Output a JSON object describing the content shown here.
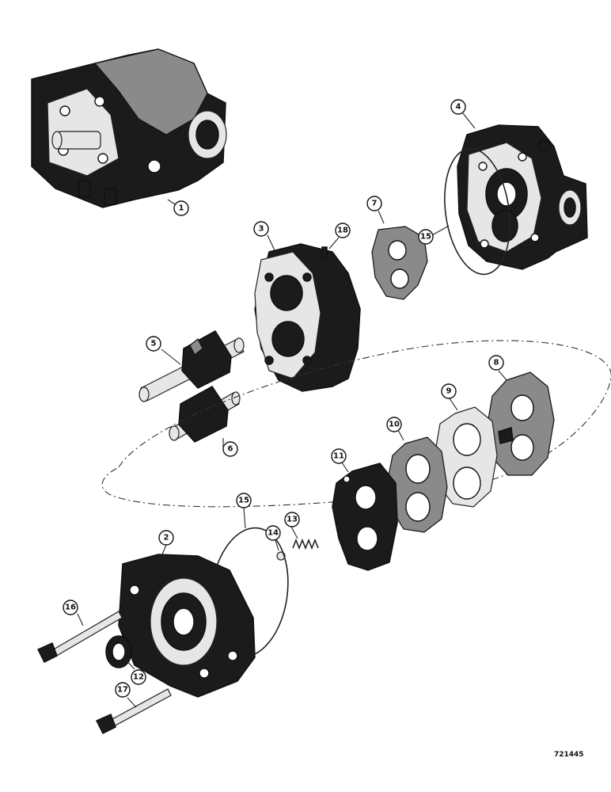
{
  "callouts": [
    {
      "id": "1",
      "label": "1"
    },
    {
      "id": "2",
      "label": "2"
    },
    {
      "id": "3",
      "label": "3"
    },
    {
      "id": "4",
      "label": "4"
    },
    {
      "id": "5",
      "label": "5"
    },
    {
      "id": "6",
      "label": "6"
    },
    {
      "id": "7",
      "label": "7"
    },
    {
      "id": "8",
      "label": "8"
    },
    {
      "id": "9",
      "label": "9"
    },
    {
      "id": "10",
      "label": "10"
    },
    {
      "id": "11",
      "label": "11"
    },
    {
      "id": "12",
      "label": "12"
    },
    {
      "id": "13",
      "label": "13"
    },
    {
      "id": "14",
      "label": "14"
    },
    {
      "id": "15a",
      "label": "15"
    },
    {
      "id": "15b",
      "label": "15"
    },
    {
      "id": "16",
      "label": "16"
    },
    {
      "id": "17",
      "label": "17"
    },
    {
      "id": "18",
      "label": "18"
    }
  ],
  "reference_number": "721445"
}
